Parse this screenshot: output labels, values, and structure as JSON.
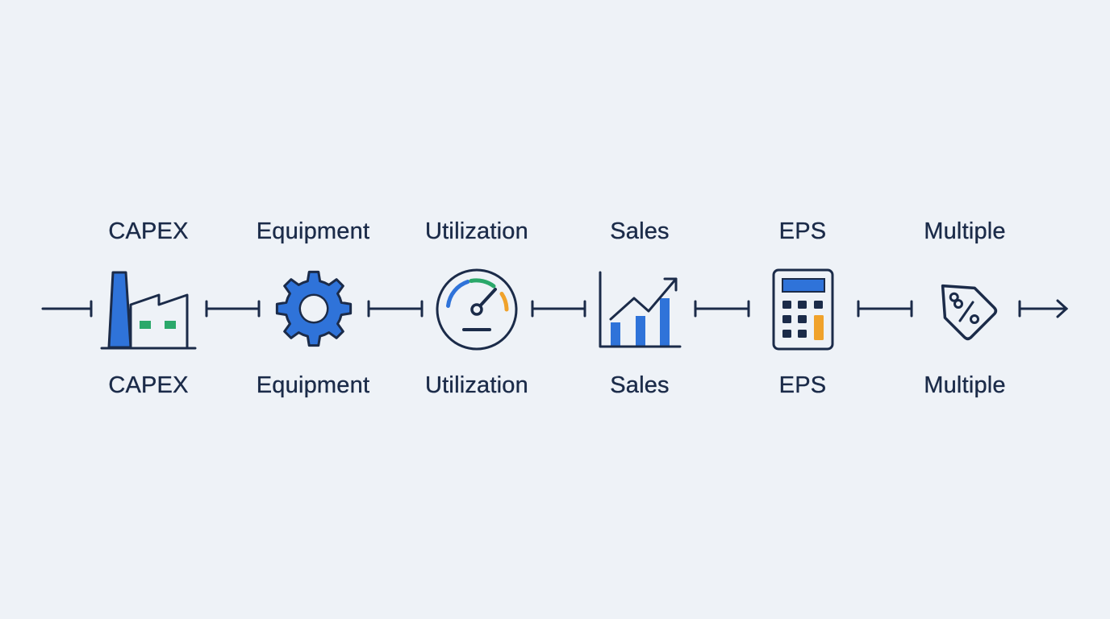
{
  "steps": [
    {
      "top_label": "CAPEX",
      "bottom_label": "CAPEX",
      "icon": "factory-icon"
    },
    {
      "top_label": "Equipment",
      "bottom_label": "Equipment",
      "icon": "gear-icon"
    },
    {
      "top_label": "Utilization",
      "bottom_label": "Utilization",
      "icon": "speedometer-gauge-icon"
    },
    {
      "top_label": "Sales",
      "bottom_label": "Sales",
      "icon": "rising-bar-chart-icon"
    },
    {
      "top_label": "EPS",
      "bottom_label": "EPS",
      "icon": "calculator-icon"
    },
    {
      "top_label": "Multiple",
      "bottom_label": "Multiple",
      "icon": "percent-price-tag-icon"
    }
  ],
  "colors": {
    "background": "#eef2f7",
    "ink": "#1b2b49",
    "blue": "#2f73d9",
    "green": "#2aa86a",
    "orange": "#f0a22b"
  }
}
